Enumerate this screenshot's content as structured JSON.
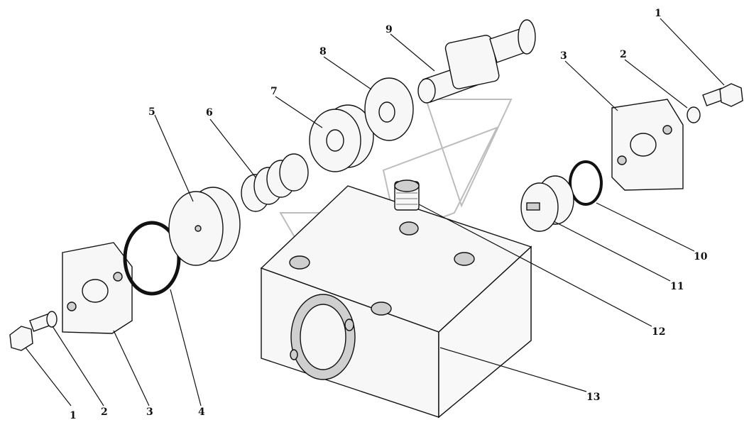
{
  "labels": {
    "l1_left": "1",
    "l2_left": "2",
    "l3_left": "3",
    "l4": "4",
    "l5": "5",
    "l6": "6",
    "l7": "7",
    "l8": "8",
    "l9": "9",
    "l3_right": "3",
    "l2_right": "2",
    "l1_right": "1",
    "l10": "10",
    "l11": "11",
    "l12": "12",
    "l13": "13"
  }
}
